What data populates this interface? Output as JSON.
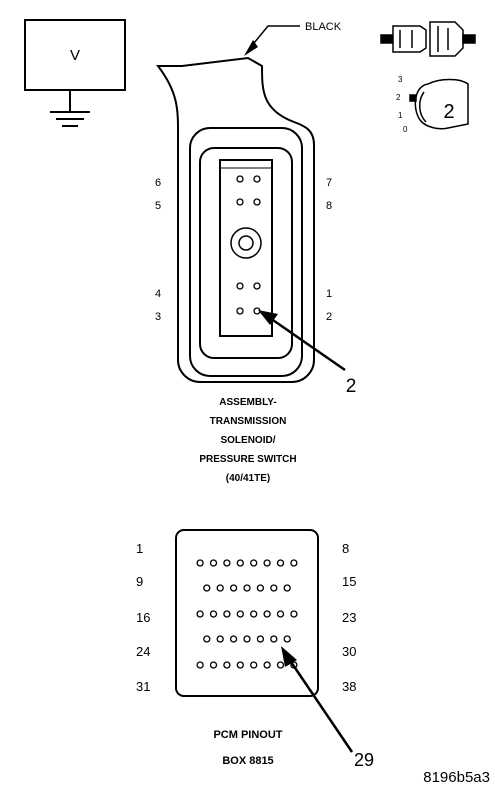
{
  "meter": {
    "label": "V"
  },
  "wire": {
    "color_label": "BLACK"
  },
  "connector_view": {
    "callout": "2",
    "tab_numbers": [
      "3",
      "2",
      "1",
      "0"
    ]
  },
  "solenoid_connector": {
    "pins_left": [
      "6",
      "5",
      "4",
      "3"
    ],
    "pins_right": [
      "7",
      "8",
      "1",
      "2"
    ],
    "callout": "2",
    "caption": [
      "ASSEMBLY-",
      "TRANSMISSION",
      "SOLENOID/",
      "PRESSURE SWITCH",
      "(40/41TE)"
    ]
  },
  "pcm_connector": {
    "row_start_labels": [
      "1",
      "9",
      "16",
      "24",
      "31"
    ],
    "row_end_labels": [
      "8",
      "15",
      "23",
      "30",
      "38"
    ],
    "callout": "29",
    "caption": [
      "PCM PINOUT",
      "BOX 8815"
    ]
  },
  "figure_id": "8196b5a3"
}
